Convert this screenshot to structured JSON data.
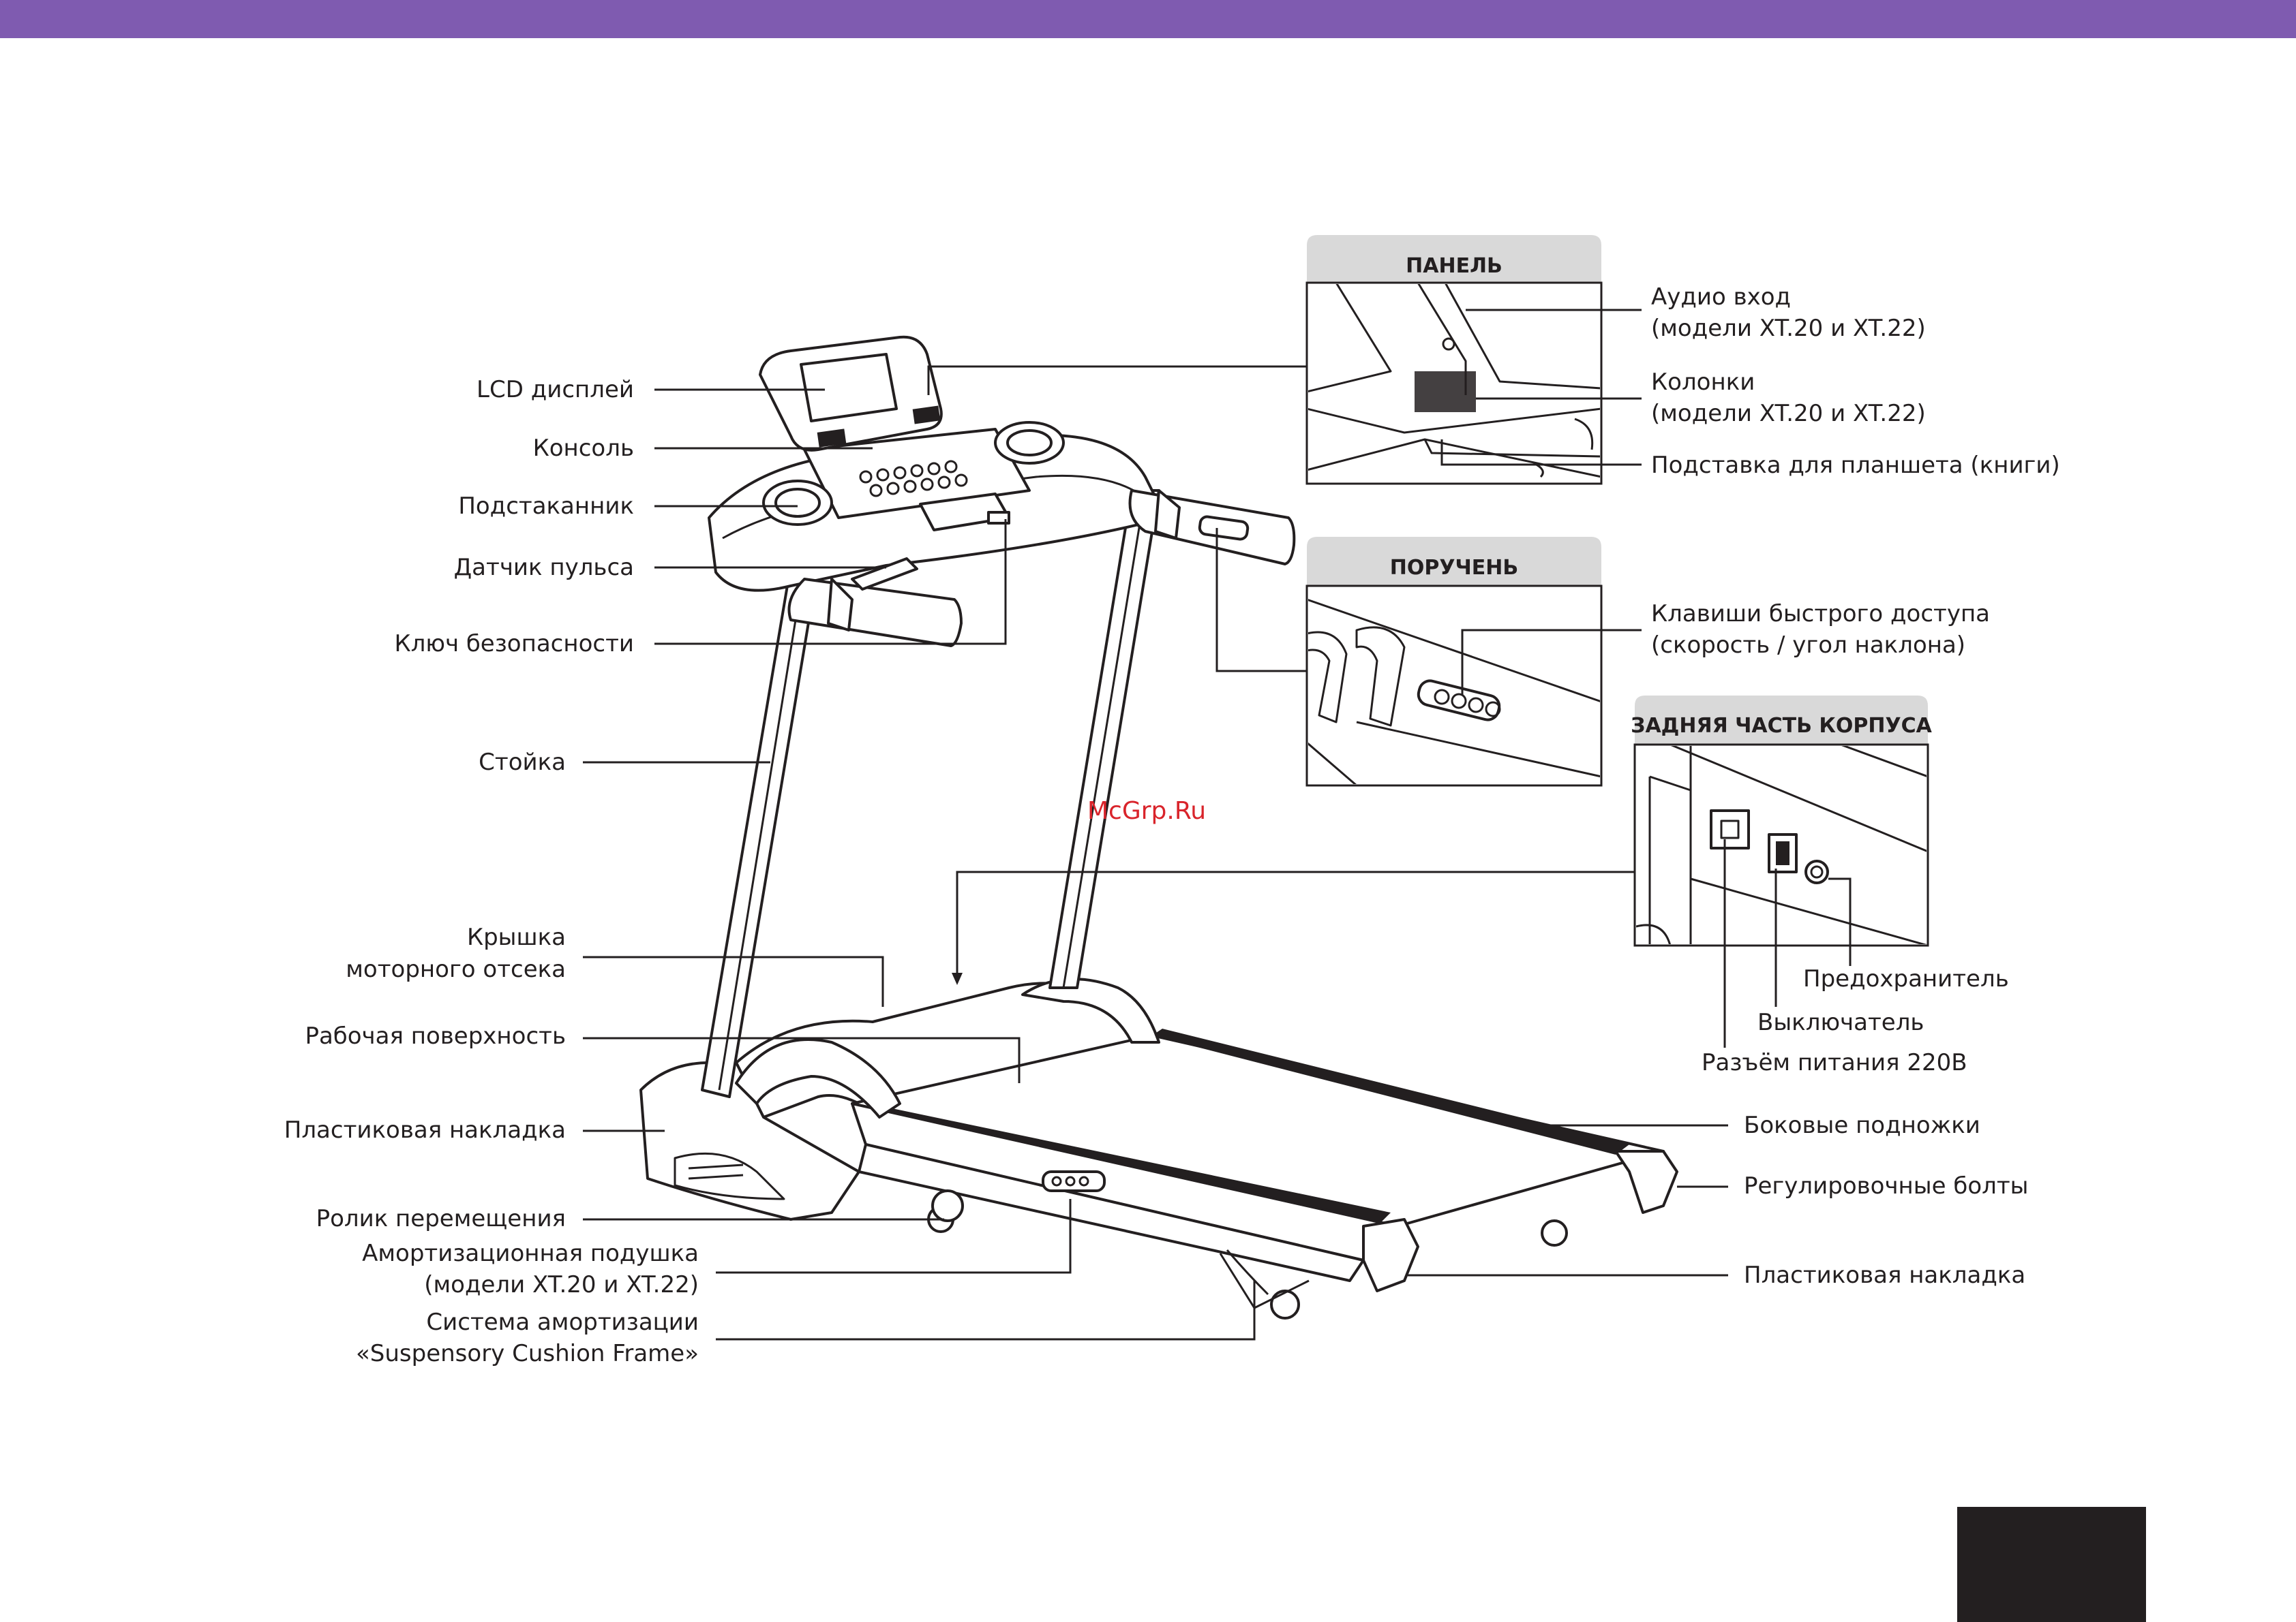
{
  "colors": {
    "accent": "#7f5bb0",
    "ink": "#231f20",
    "watermark": "#d9242b",
    "panel_header": "#d9d9d9"
  },
  "insets": {
    "panel": {
      "title": "ПАНЕЛЬ"
    },
    "handrail": {
      "title": "ПОРУЧЕНЬ"
    },
    "rear": {
      "title": "ЗАДНЯЯ ЧАСТЬ КОРПУСА"
    }
  },
  "labels_left": {
    "lcd": "LCD дисплей",
    "console": "Консоль",
    "cupholder": "Подстаканник",
    "pulse": "Датчик пульса",
    "safety_key": "Ключ безопасности",
    "upright": "Стойка",
    "motor_cover_1": "Крышка",
    "motor_cover_2": "моторного отсека",
    "running_deck": "Рабочая поверхность",
    "plastic_cover": "Пластиковая накладка",
    "roller": "Ролик перемещения",
    "cushion_1": "Амортизационная подушка",
    "cushion_2": "(модели XT.20 и XT.22)",
    "suspension_1": "Система амортизации",
    "suspension_2": "«Suspensory Cushion Frame»"
  },
  "labels_right": {
    "audio_1": "Аудио вход",
    "audio_2": "(модели XT.20 и XT.22)",
    "speakers_1": "Колонки",
    "speakers_2": "(модели XT.20 и XT.22)",
    "tablet": "Подставка для планшета (книги)",
    "hotkeys_1": "Клавиши быстрого доступа",
    "hotkeys_2": "(скорость / угол наклона)",
    "fuse": "Предохранитель",
    "switch": "Выключатель",
    "power": "Разъём питания 220В",
    "side_rails": "Боковые подножки",
    "bolts": "Регулировочные болты",
    "plastic_cover_rear": "Пластиковая накладка"
  },
  "watermark": "McGrp.Ru"
}
